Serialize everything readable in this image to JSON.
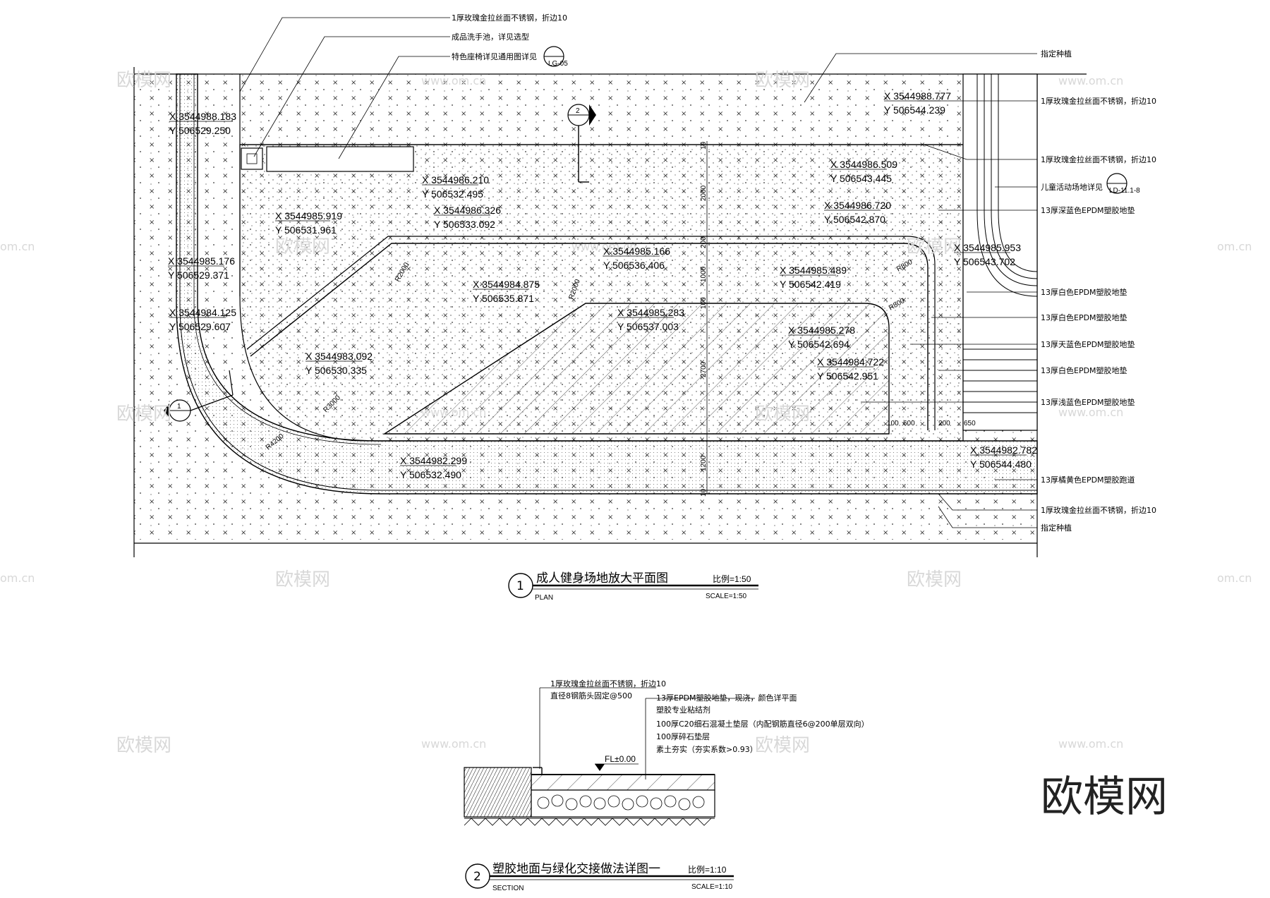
{
  "plan": {
    "title": "成人健身场地放大平面图",
    "title_en": "PLAN",
    "number": "1",
    "scale": "比例=1:50",
    "scale_en": "SCALE=1:50",
    "detail_ref_top": "LG-05",
    "section_marker_1": "2",
    "section_marker_2": "1",
    "detail_ref_right": "LD-11.1-8",
    "callouts_top": [
      "1厚玫瑰金拉丝面不锈钢，折边10",
      "成品洗手池，详见选型",
      "特色座椅详见通用图详见"
    ],
    "callouts_right": [
      "指定种植",
      "1厚玫瑰金拉丝面不锈钢，折边10",
      "1厚玫瑰金拉丝面不锈钢，折边10",
      "儿童活动场地详见",
      "13厚深蓝色EPDM塑胶地垫",
      "13厚白色EPDM塑胶地垫",
      "13厚白色EPDM塑胶地垫",
      "13厚天蓝色EPDM塑胶地垫",
      "13厚白色EPDM塑胶地垫",
      "13厚浅蓝色EPDM塑胶地垫",
      "13厚橘黄色EPDM塑胶跑道",
      "1厚玫瑰金拉丝面不锈钢，折边10",
      "指定种植"
    ],
    "coordinates": [
      {
        "x": "X 3544988.183",
        "y": "Y 506529.250"
      },
      {
        "x": "X 3544986.210",
        "y": "Y 506532.495"
      },
      {
        "x": "X 3544986.326",
        "y": "Y 506533.092"
      },
      {
        "x": "X 3544985.919",
        "y": "Y 506531.961"
      },
      {
        "x": "X 3544985.176",
        "y": "Y 506529.371"
      },
      {
        "x": "X 3544985.166",
        "y": "Y 506536.406"
      },
      {
        "x": "X 3544984.875",
        "y": "Y 506535.871"
      },
      {
        "x": "X 3544985.283",
        "y": "Y 506537.003"
      },
      {
        "x": "X 3544984.125",
        "y": "Y 506529.607"
      },
      {
        "x": "X 3544983.092",
        "y": "Y 506530.335"
      },
      {
        "x": "X 3544982.299",
        "y": "Y 506532.490"
      },
      {
        "x": "X 3544988.777",
        "y": "Y 506544.239"
      },
      {
        "x": "X 3544986.509",
        "y": "Y 506543.445"
      },
      {
        "x": "X 3544986.720",
        "y": "Y 506542.870"
      },
      {
        "x": "X 3544985.953",
        "y": "Y 506543.702"
      },
      {
        "x": "X 3544985.489",
        "y": "Y 506542.419"
      },
      {
        "x": "X 3544985.278",
        "y": "Y 506542.694"
      },
      {
        "x": "X 3544984.722",
        "y": "Y 506542.951"
      },
      {
        "x": "X 3544982.782",
        "y": "Y 506544.480"
      }
    ],
    "dimensions_vertical": [
      "10",
      "2000",
      "200",
      "1000",
      "100",
      "2700",
      "1200",
      "10"
    ],
    "dimensions_horizontal": [
      "100",
      "600",
      "200",
      "650"
    ],
    "radii": [
      "R2000",
      "R2000",
      "R800",
      "R800",
      "R3000",
      "R4200"
    ]
  },
  "section": {
    "title": "塑胶地面与绿化交接做法详图一",
    "title_en": "SECTION",
    "number": "2",
    "scale": "比例=1:10",
    "scale_en": "SCALE=1:10",
    "level": "FL±0.00",
    "callouts_left": [
      "1厚玫瑰金拉丝面不锈钢，折边10",
      "直径8钢筋头固定@500"
    ],
    "callouts_right": [
      "13厚EPDM塑胶地垫，现浇，颜色详平面",
      "塑胶专业粘结剂",
      "100厚C20细石混凝土垫层（内配钢筋直径6@200单层双向）",
      "100厚碎石垫层",
      "素土夯实（夯实系数>0.93）"
    ]
  },
  "watermark": {
    "text": "欧模网",
    "url": "www.om.cn",
    "url_short": "om.cn",
    "brand": "欧模网"
  }
}
